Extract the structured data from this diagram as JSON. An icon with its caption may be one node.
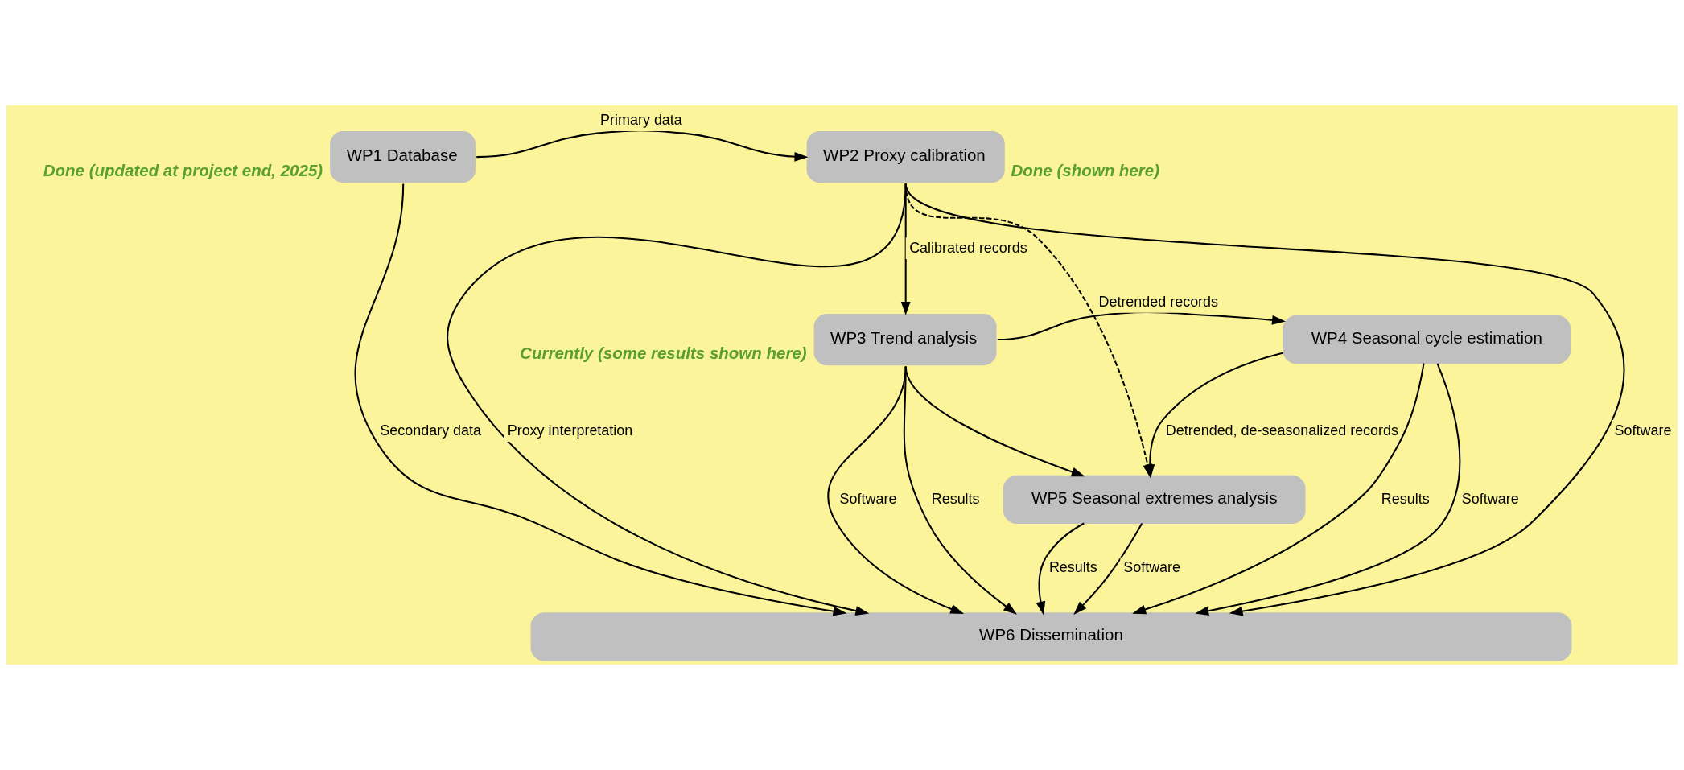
{
  "diagram": {
    "nodes": [
      {
        "text": [
          "WP1 Database"
        ],
        "beside": [
          "Done (updated at project end, 2025)"
        ]
      },
      {
        "text": [
          "WP2 Proxy calibration"
        ],
        "beside": [
          "Done (shown here)"
        ]
      },
      {
        "text": [
          "WP3 Trend analysis"
        ],
        "beside": [
          "Currently (some results shown here)"
        ]
      },
      {
        "text": [
          "WP4 Seasonal cycle estimation"
        ]
      },
      {
        "text": [
          "WP5 Seasonal extremes analysis"
        ]
      },
      {
        "text": [
          "WP6 Dissemination"
        ]
      }
    ],
    "edges": [
      {
        "from": 0,
        "to": 1,
        "arrow": "to",
        "label": "Primary data"
      },
      {
        "from": 1,
        "to": 2,
        "arrow": "to",
        "label": "Calibrated records"
      },
      {
        "from": 2,
        "to": 3,
        "arrow": "to",
        "label": "Detrended records"
      },
      {
        "from": 2,
        "to": 4,
        "arrow": "to"
      },
      {
        "from": 1,
        "to": 4,
        "arrow": "to",
        "style": "dashed"
      },
      {
        "from": 3,
        "to": 4,
        "arrow": "to",
        "label": "Detrended, de-seasonalized records"
      },
      {
        "from": 0,
        "to": 5,
        "arrow": "to",
        "label": "Secondary data"
      },
      {
        "from": 2,
        "to": 5,
        "arrow": "to",
        "label": "Results"
      },
      {
        "from": 2,
        "to": 5,
        "arrow": "to",
        "label": "Software"
      },
      {
        "from": 4,
        "to": 5,
        "arrow": "to",
        "label": "Results"
      },
      {
        "from": 4,
        "to": 5,
        "arrow": "to",
        "label": "Software"
      },
      {
        "from": 3,
        "to": 5,
        "arrow": "to",
        "label": "Results"
      },
      {
        "from": 3,
        "to": 5,
        "arrow": "to",
        "label": "Software"
      },
      {
        "from": 1,
        "to": 5,
        "arrow": "to",
        "label": "Software"
      },
      {
        "from": 1,
        "to": 5,
        "arrow": "to",
        "label": "Proxy interpretation"
      }
    ]
  }
}
